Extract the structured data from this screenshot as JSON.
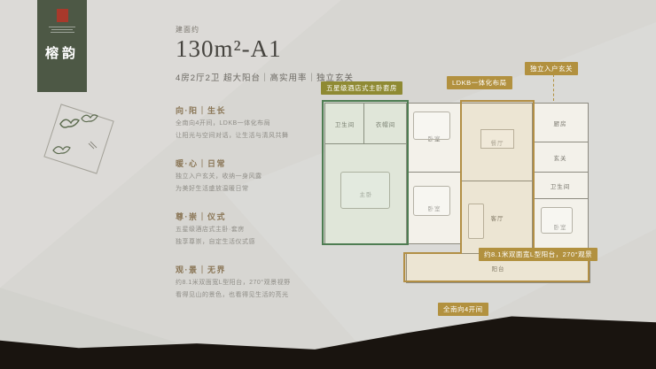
{
  "banner": {
    "brand_name": "榕韵"
  },
  "header": {
    "area_prefix": "建面约",
    "area_value": "130m²-A1",
    "subtitle": "4房2厅2卫 超大阳台｜高实用率｜独立玄关"
  },
  "sections": [
    {
      "title": "向·阳｜生长",
      "lines": [
        "全南向4开间，LDKB一体化布局",
        "让阳光与空间对话，让生活与清风共舞"
      ]
    },
    {
      "title": "暖·心｜日常",
      "lines": [
        "独立入户玄关，收纳一身风露",
        "为美好生活盛放温暖日常"
      ]
    },
    {
      "title": "尊·崇｜仪式",
      "lines": [
        "五星级酒店式主卧·套房",
        "独享尊崇，自定生活仪式感"
      ]
    },
    {
      "title": "观·景｜无界",
      "lines": [
        "约8.1米双面宽L型阳台，270°观景视野",
        "看得见山的景色，也看得见生活的亮光"
      ]
    }
  ],
  "floorplan": {
    "callouts": {
      "master_suite": "五星级酒店式主卧套房",
      "ldkb": "LDKB一体化布局",
      "foyer": "独立入户玄关",
      "balcony": "约8.1米双面宽L型阳台，270°观景",
      "south": "全南向4开间"
    },
    "rooms": {
      "bath_master": "卫生间",
      "cloak": "衣帽间",
      "master": "主卧",
      "bed2": "卧室",
      "bed3": "卧室",
      "dining": "餐厅",
      "living": "客厅",
      "kitchen": "厨房",
      "foyer": "玄关",
      "bath2": "卫生间",
      "bed4": "卧室",
      "balcony": "阳台"
    }
  },
  "colors": {
    "accent_gold": "#b2913f",
    "suite_green": "#4e7d52",
    "banner_green": "#4d5845",
    "seal_red": "#a8392b",
    "footer_dark": "#19140f"
  }
}
